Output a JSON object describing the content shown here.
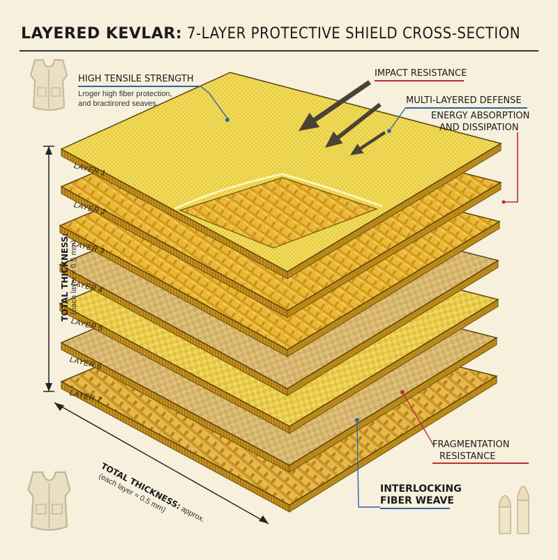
{
  "title": {
    "bold": "LAYERED KEVLAR:",
    "rest": " 7-LAYER PROTECTIVE SHIELD CROSS-SECTION"
  },
  "colors": {
    "background": "#f6f0dd",
    "kevlar_light": "#f2dc5a",
    "kevlar_dark": "#d9a823",
    "tan": "#dcc07a",
    "accent_red": "#b5302f",
    "accent_blue": "#2e63a8",
    "vest": "#e6d9bd"
  },
  "callouts": {
    "high_tensile": {
      "title": "HIGH TENSILE STRENGTH",
      "line1": "Lroger high fiber protection,",
      "line2": "and bractirored seaves."
    },
    "impact": "IMPACT RESISTANCE",
    "multi": "MULTI-LAYERED DEFENSE",
    "energy_1": "ENERGY ABSORPTION",
    "energy_2": "AND DISSIPATION",
    "fragmentation_1": "FRAGMENTATION",
    "fragmentation_2": "RESISTANCE",
    "interlocking_1": "INTERLOCKING",
    "interlocking_2": "FIBER WEAVE"
  },
  "layers": [
    {
      "label": "LAYER 1"
    },
    {
      "label": "LAYER 2"
    },
    {
      "label": "LAYER 3"
    },
    {
      "label": "LAYER 4"
    },
    {
      "label": "LAYER 5"
    },
    {
      "label": "LAYER 6"
    },
    {
      "label": "LAYER 7"
    }
  ],
  "thickness_vertical": {
    "title": "TOTAL THICKNESS:",
    "note": "(each layer ≈ 0.5 mm)"
  },
  "thickness_diagonal": {
    "title": "TOTAL THICKNESS:",
    "approx": " approx.",
    "note": "(each layer ≈ 0.5 mm)"
  },
  "icons": [
    "vest-icon",
    "vest-icon",
    "bullet-icon",
    "bullet-icon",
    "impact-arrow-icon"
  ]
}
